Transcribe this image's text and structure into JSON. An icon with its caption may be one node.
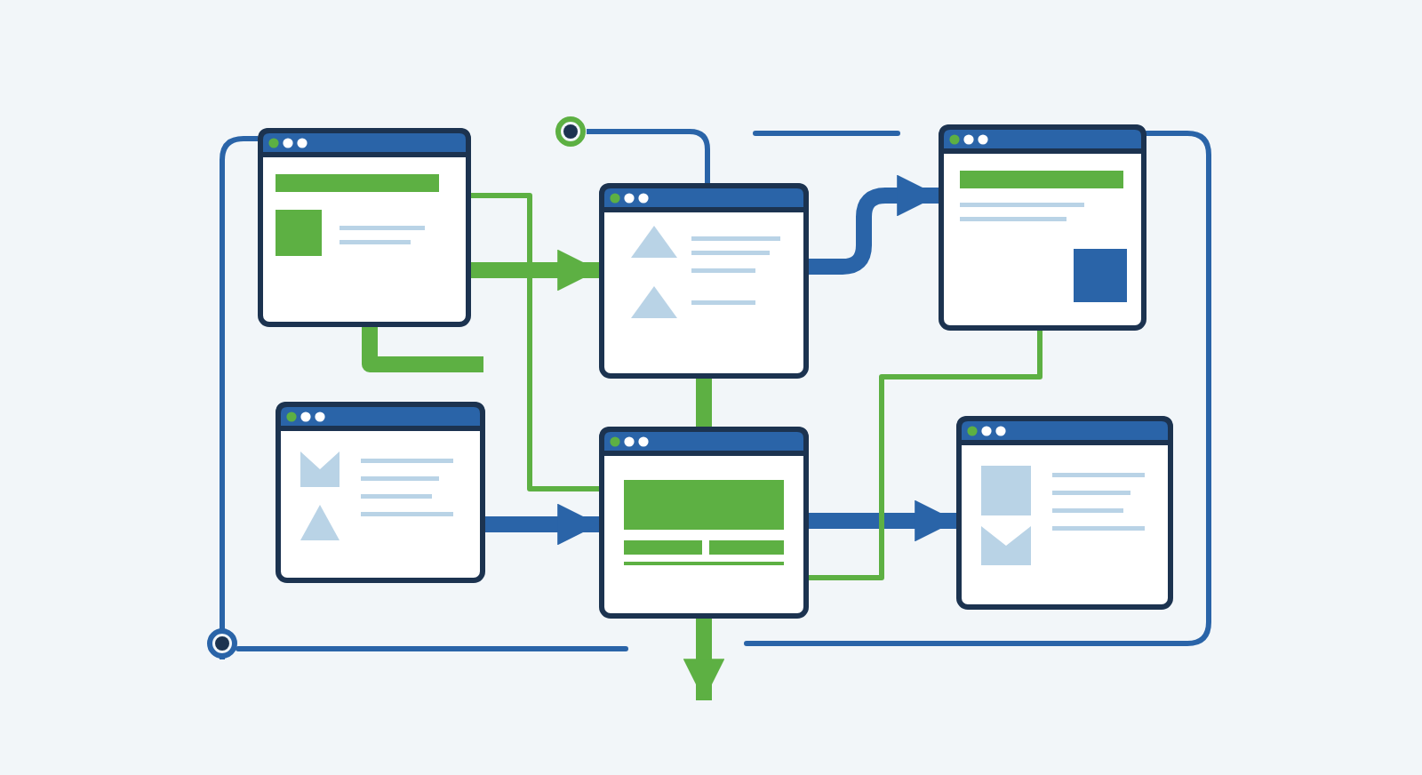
{
  "diagram": {
    "nodes": [
      {
        "text": [],
        "shape": "picture"
      },
      {
        "text": [],
        "shape": "picture"
      },
      {
        "text": [],
        "shape": "picture"
      },
      {
        "text": [],
        "shape": "picture"
      },
      {
        "text": [],
        "shape": "picture"
      },
      {
        "text": [],
        "shape": "picture"
      },
      {
        "text": [],
        "shape": "circle"
      },
      {
        "text": [],
        "shape": "circle"
      }
    ],
    "edges": [
      {
        "from": 0,
        "to": 1,
        "arrow": "to"
      },
      {
        "from": 0,
        "to": null,
        "arrow": "none"
      },
      {
        "from": 0,
        "to": 4,
        "arrow": "none"
      },
      {
        "from": 6,
        "to": 1,
        "arrow": "none",
        "color": "#2a64a8"
      },
      {
        "from": 1,
        "to": 2,
        "arrow": "to",
        "color": "#2a64a8"
      },
      {
        "from": 7,
        "to": 0,
        "arrow": "none",
        "color": "#2a64a8"
      },
      {
        "from": 1,
        "to": 4,
        "arrow": "none"
      },
      {
        "from": 3,
        "to": 4,
        "arrow": "to",
        "color": "#2a64a8"
      },
      {
        "from": 4,
        "to": 5,
        "arrow": "to",
        "color": "#2a64a8"
      },
      {
        "from": 4,
        "to": null,
        "arrow": "to"
      },
      {
        "from": 4,
        "to": 2,
        "arrow": "none"
      }
    ]
  }
}
